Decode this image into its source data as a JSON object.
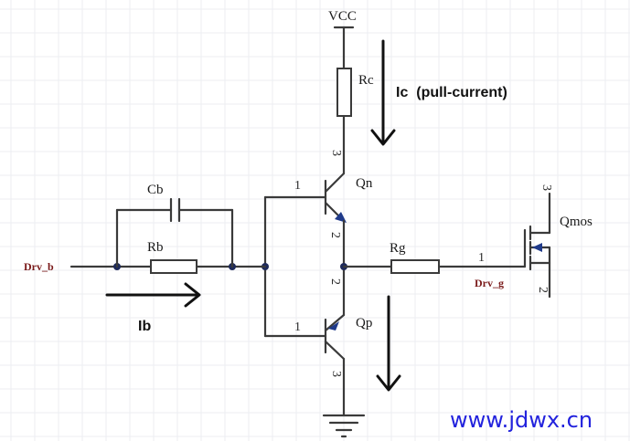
{
  "labels": {
    "vcc": "VCC",
    "rc": "Rc",
    "cb": "Cb",
    "rb": "Rb",
    "rg": "Rg",
    "qn": "Qn",
    "qp": "Qp",
    "qmos": "Qmos"
  },
  "nets": {
    "drv_b": "Drv_b",
    "drv_g": "Drv_g"
  },
  "pins": {
    "qn_base": "1",
    "qn_collector": "3",
    "qn_emitter": "2",
    "qp_base": "1",
    "qp_emitter": "2",
    "qp_collector": "3",
    "mos_gate": "1",
    "mos_drain": "3",
    "mos_source": "2"
  },
  "annotations": {
    "ic": "Ic  (pull-current)",
    "ib": "Ib"
  },
  "watermark": "www.jdwx.cn",
  "colors": {
    "wire": "#3a3a3a",
    "junction": "#1e2a5a",
    "transistor_arrow": "#1f3a8a",
    "net_label": "#7a1a1a",
    "watermark": "#2222dd"
  }
}
